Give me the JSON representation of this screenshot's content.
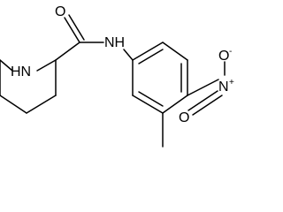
{
  "molecule": {
    "atom_labels": {
      "carbonyl_oxygen": "O",
      "amide_nitrogen": "NH",
      "ring_nitrogen": "HN",
      "nitro_nitrogen": "N",
      "nitro_nitrogen_charge": "+",
      "nitro_oxygen_top": "O",
      "nitro_oxygen_top_charge": "-",
      "nitro_oxygen_left": "O"
    }
  }
}
